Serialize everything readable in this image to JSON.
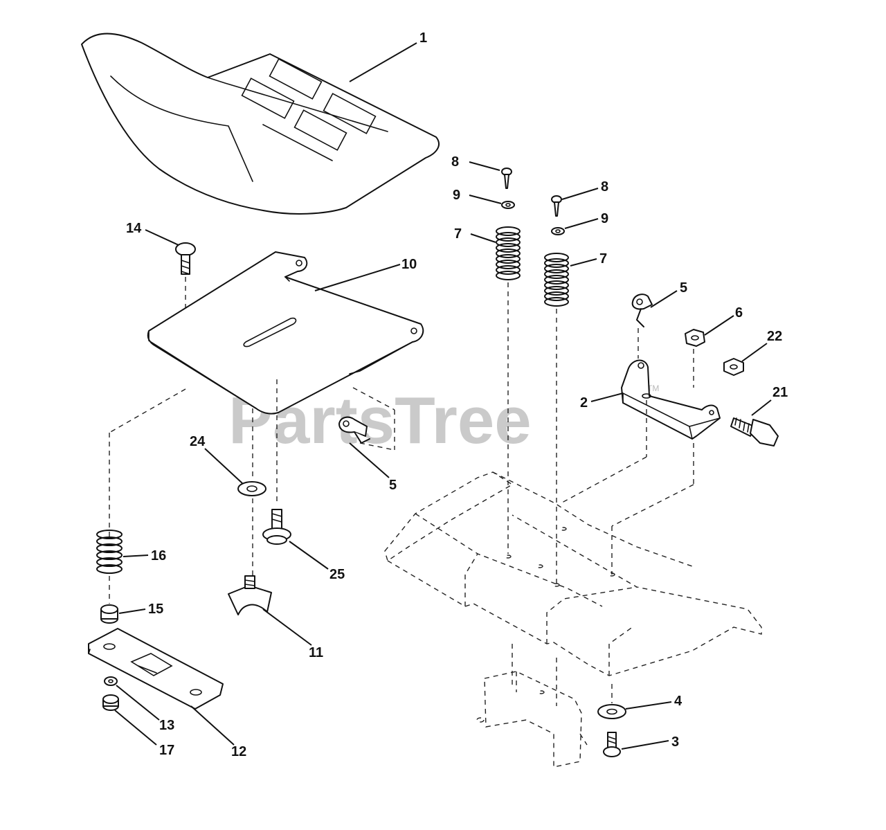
{
  "watermark": {
    "text": "PartsTree",
    "mark": "TM"
  },
  "callouts": {
    "c1": "1",
    "c2": "2",
    "c3": "3",
    "c4": "4",
    "c5a": "5",
    "c5b": "5",
    "c6": "6",
    "c7a": "7",
    "c7b": "7",
    "c8a": "8",
    "c8b": "8",
    "c9a": "9",
    "c9b": "9",
    "c10": "10",
    "c11": "11",
    "c12": "12",
    "c13": "13",
    "c14": "14",
    "c15": "15",
    "c16": "16",
    "c17": "17",
    "c21": "21",
    "c22": "22",
    "c24": "24",
    "c25": "25"
  }
}
